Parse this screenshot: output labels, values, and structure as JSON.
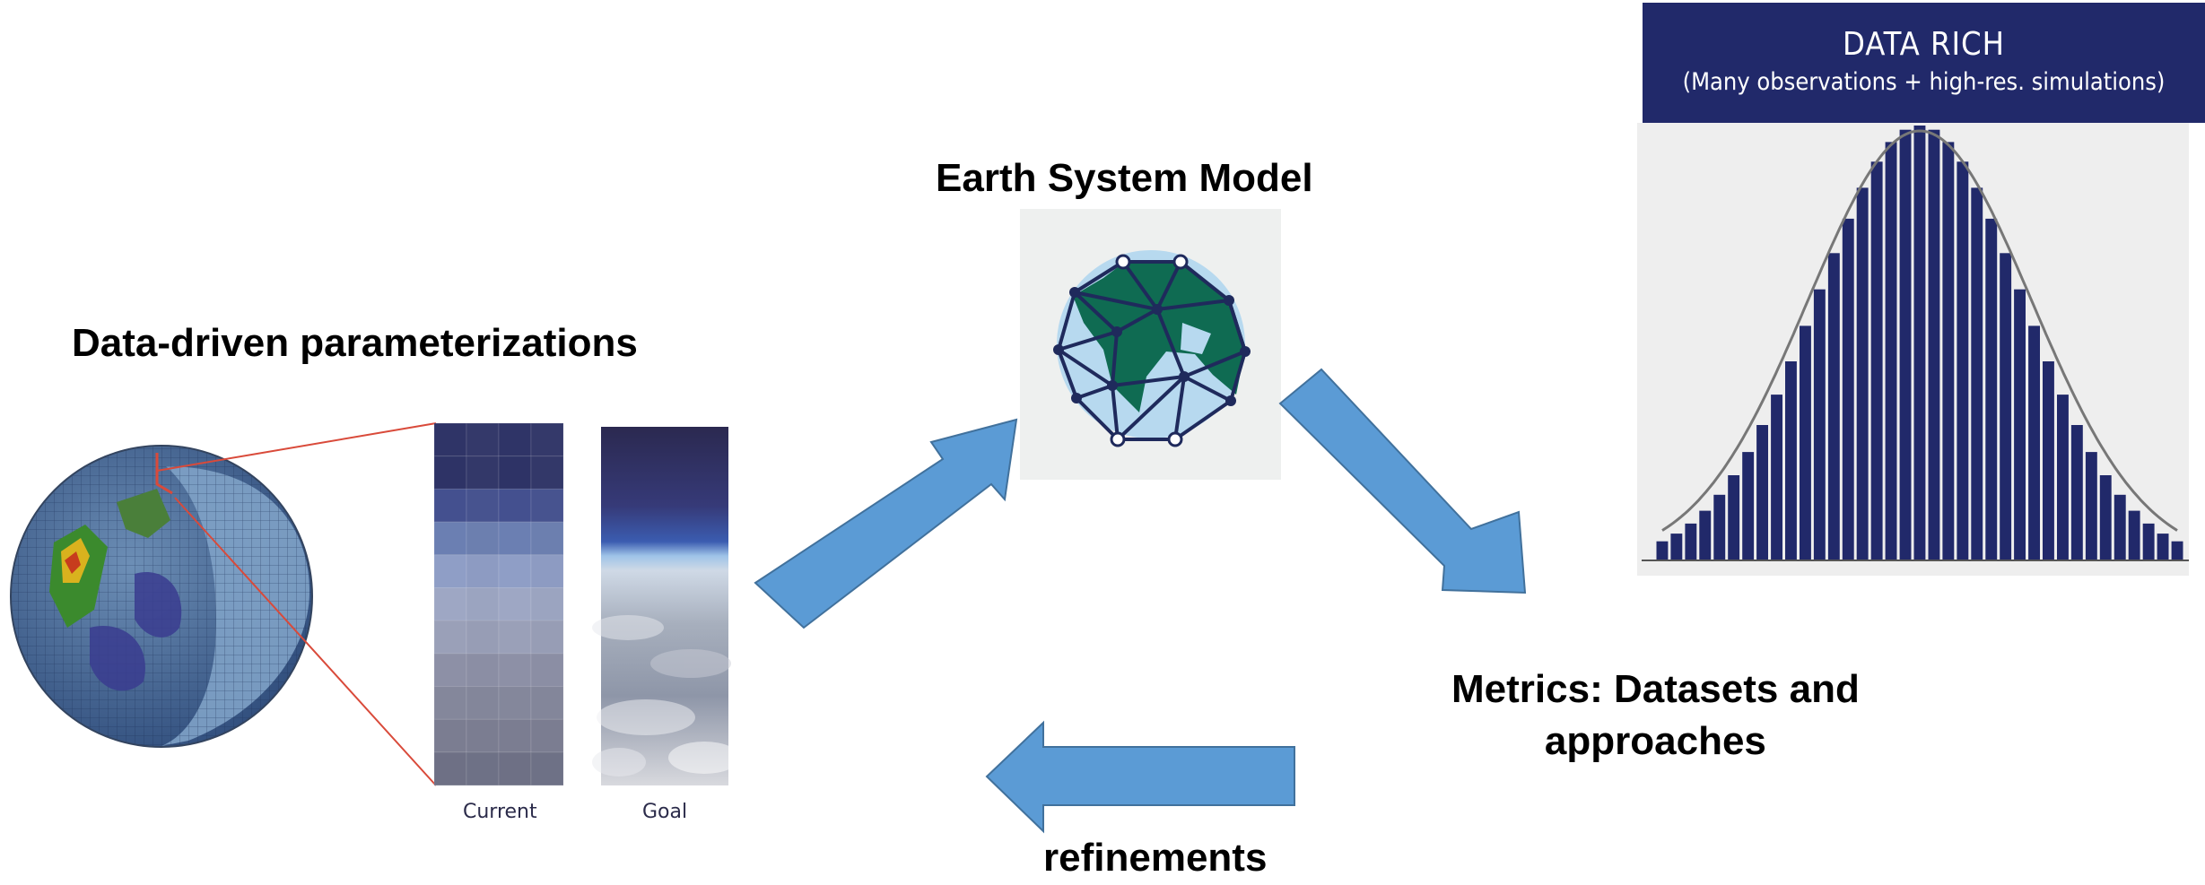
{
  "labels": {
    "params": "Data-driven parameterizations",
    "esm": "Earth System Model",
    "metrics_line1": "Metrics: Datasets and",
    "metrics_line2": "approaches",
    "refinements": "refinements"
  },
  "captions": {
    "current": "Current",
    "goal": "Goal"
  },
  "histogram": {
    "title": "DATA RICH",
    "subtitle": "(Many observations + high-res. simulations)",
    "bar_color": "#21296a",
    "panel_color": "#eeeeee"
  },
  "colors": {
    "arrow": "#5b9bd5",
    "arrow_stroke": "#41719c",
    "continent": "#0f6b52",
    "ocean": "#b7d9ef"
  }
}
